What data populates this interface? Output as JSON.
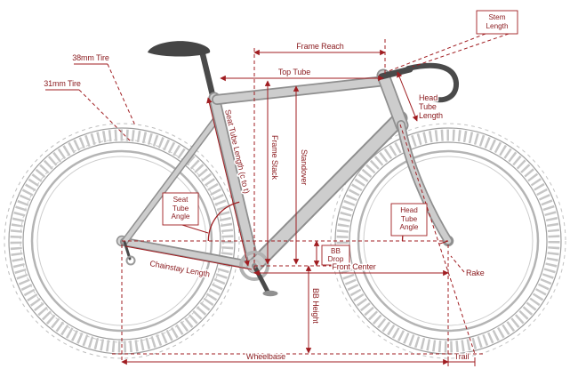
{
  "diagram": {
    "colors": {
      "annotation": "#a01d21",
      "label_text": "#8a1a1e",
      "frame_gray": "#cdcdcd",
      "dark_parts": "#4a4a4a",
      "background": "#ffffff"
    },
    "labels": {
      "tire38": "38mm Tire",
      "tire31": "31mm Tire",
      "stem_length": [
        "Stem",
        "Length"
      ],
      "frame_reach": "Frame Reach",
      "top_tube": "Top Tube",
      "head_tube_length": [
        "Head",
        "Tube",
        "Length"
      ],
      "seat_tube_length": "Seat Tube Length (c to t)",
      "frame_stack": "Frame Stack",
      "standover": "Standover",
      "seat_tube_angle": [
        "Seat",
        "Tube",
        "Angle"
      ],
      "head_tube_angle": [
        "Head",
        "Tube",
        "Angle"
      ],
      "bb_drop": [
        "BB",
        "Drop"
      ],
      "chainstay_length": "Chainstay Length",
      "front_center": "Front Center",
      "rake": "Rake",
      "bb_height": "BB Height",
      "wheelbase": "Wheelbase",
      "trail": "Trail"
    }
  }
}
